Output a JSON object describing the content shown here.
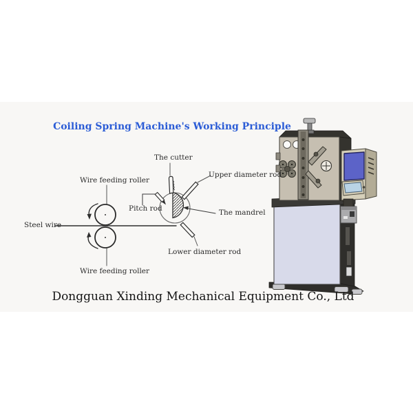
{
  "page": {
    "background": "#ffffff",
    "band_color": "#f8f7f5"
  },
  "title": {
    "text": "Coiling Spring Machine's Working Principle",
    "color": "#2b5cd6"
  },
  "footer": {
    "company": "Dongguan Xinding Mechanical Equipment Co., Ltd"
  },
  "diagram": {
    "labels": {
      "steel_wire": "Steel wire",
      "wire_feeding_roller_top": "Wire feeding roller",
      "wire_feeding_roller_bottom": "Wire feeding roller",
      "the_cutter": "The cutter",
      "pitch_rod": "Pitch rod",
      "upper_diameter_rod": "Upper diameter rod",
      "the_mandrel": "The mandrel",
      "lower_diameter_rod": "Lower diameter rod"
    },
    "line_color": "#2e2e2e"
  },
  "machine": {
    "description": "CNC coiling spring machine illustration",
    "colors": {
      "head_front": "#c6bfb1",
      "dark_panels": "#34332e",
      "cabinet_front": "#d8daea",
      "screen_blue": "#5c63c8",
      "small_screen": "#b9d3e6",
      "control_panel_body": "#d6d0ba",
      "silver_box": "#ababad"
    }
  }
}
